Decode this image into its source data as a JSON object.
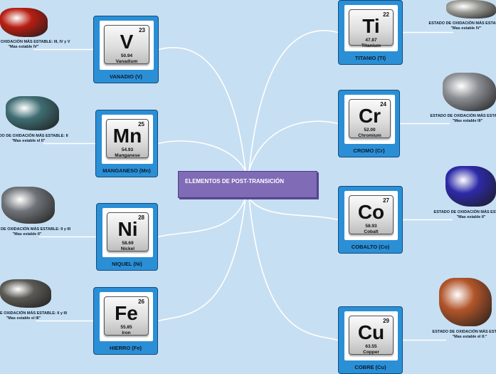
{
  "center": {
    "title": "ELEMENTOS DE POST-TRANSICIÓN"
  },
  "elements": [
    {
      "id": "vanadio",
      "number": "23",
      "symbol": "V",
      "mass": "50.94",
      "name": "Vanadium",
      "label": "VANADIO (V)",
      "note1": "ESTADO DE OXIDACIÓN MÁS ESTABLE: III, IV y V",
      "note2": "\"Mas estable IV\"",
      "color": "#b81e12"
    },
    {
      "id": "manganeso",
      "number": "25",
      "symbol": "Mn",
      "mass": "54.93",
      "name": "Manganese",
      "label": "MANGANESO (Mn)",
      "note1": "ESTADO DE OXIDACIÓN MÁS ESTABLE: II",
      "note2": "\"Mas estable el II\"",
      "color": "#3f6d73"
    },
    {
      "id": "niquel",
      "number": "28",
      "symbol": "Ni",
      "mass": "58.69",
      "name": "Nickel",
      "label": "NIQUEL (Ni)",
      "note1": "ESTADO DE OXIDACIÓN MÁS ESTABLE: II y III",
      "note2": "\"Mas estable II\"",
      "color": "#6f7378"
    },
    {
      "id": "hierro",
      "number": "26",
      "symbol": "Fe",
      "mass": "55.85",
      "name": "Iron",
      "label": "HIERRO (Fe)",
      "note1": "ESTADO DE OXIDACIÓN MÁS ESTABLE: II y III",
      "note2": "\"Mas estable el III\"",
      "color": "#5c5a55"
    },
    {
      "id": "titanio",
      "number": "22",
      "symbol": "Ti",
      "mass": "47.87",
      "name": "Titanium",
      "label": "TITANIO (TI)",
      "note1": "ESTADO DE OXIDACIÓN MÁS ESTABLE",
      "note2": "\"Mas estable IV\"",
      "color": "#9a9a95"
    },
    {
      "id": "cromo",
      "number": "24",
      "symbol": "Cr",
      "mass": "52.00",
      "name": "Chromium",
      "label": "CROMO (Cr)",
      "note1": "ESTADO DE OXIDACIÓN MÁS ESTABLE",
      "note2": "\"Mas estable III\"",
      "color": "#8c8f94"
    },
    {
      "id": "cobalto",
      "number": "27",
      "symbol": "Co",
      "mass": "58.93",
      "name": "Cobalt",
      "label": "COBALTO (Co)",
      "note1": "ESTADO DE OXIDACIÓN MÁS ESTABLE",
      "note2": "\"Mas estable II\"",
      "color": "#2d2aa8"
    },
    {
      "id": "cobre",
      "number": "29",
      "symbol": "Cu",
      "mass": "63.55",
      "name": "Copper",
      "label": "COBRE (Cu)",
      "note1": "ESTADO DE OXIDACIÓN MÁS ESTABLE",
      "note2": "\"Mas estable el II:\"",
      "color": "#b2552a"
    }
  ]
}
